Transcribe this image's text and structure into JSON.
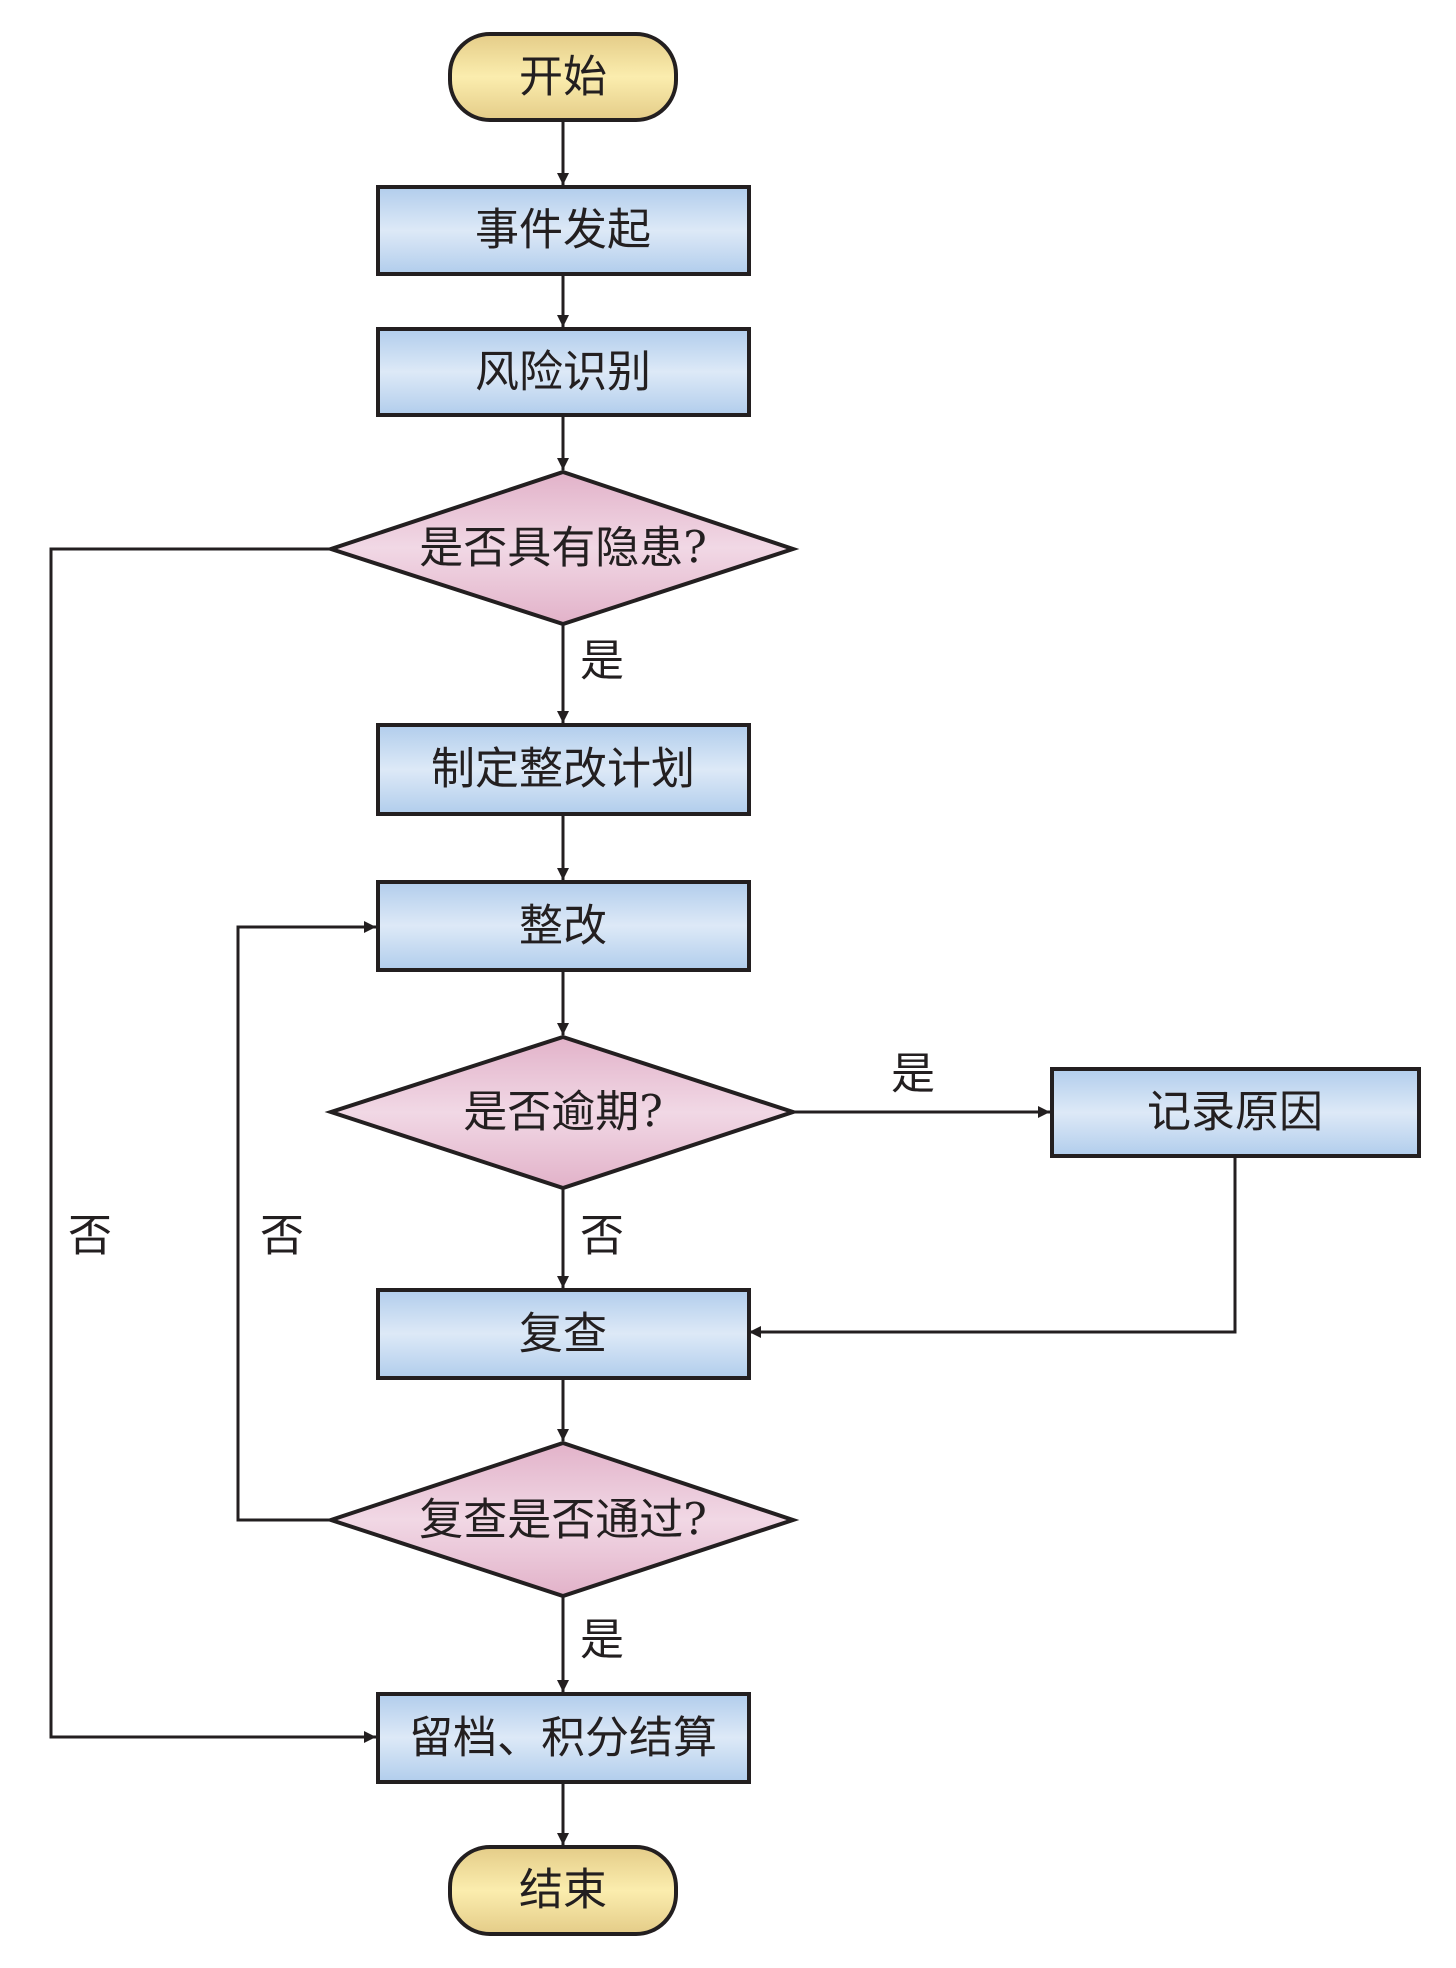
{
  "diagram": {
    "type": "flowchart",
    "colors": {
      "stroke": "#231f20",
      "terminal_edge": "#e4cc88",
      "terminal_mid": "#fbedae",
      "process_edge": "#b1cdec",
      "process_mid": "#dde9f7",
      "decision_edge": "#e2b2c9",
      "decision_mid": "#f1d8e5"
    },
    "nodes": {
      "start": {
        "shape": "terminal",
        "label": "开始"
      },
      "event_initiated": {
        "shape": "process",
        "label": "事件发起"
      },
      "risk_identification": {
        "shape": "process",
        "label": "风险识别"
      },
      "has_hazard": {
        "shape": "decision",
        "label": "是否具有隐患?"
      },
      "make_rectification_plan": {
        "shape": "process",
        "label": "制定整改计划"
      },
      "rectification": {
        "shape": "process",
        "label": "整改"
      },
      "is_overdue": {
        "shape": "decision",
        "label": "是否逾期?"
      },
      "record_reason": {
        "shape": "process",
        "label": "记录原因"
      },
      "recheck": {
        "shape": "process",
        "label": "复查"
      },
      "recheck_passed": {
        "shape": "decision",
        "label": "复查是否通过?"
      },
      "archive_and_settle_points": {
        "shape": "process",
        "label": "留档、积分结算"
      },
      "end": {
        "shape": "terminal",
        "label": "结束"
      }
    },
    "edges": [
      {
        "from": "start",
        "to": "event_initiated",
        "label": ""
      },
      {
        "from": "event_initiated",
        "to": "risk_identification",
        "label": ""
      },
      {
        "from": "risk_identification",
        "to": "has_hazard",
        "label": ""
      },
      {
        "from": "has_hazard",
        "to": "make_rectification_plan",
        "label": "是"
      },
      {
        "from": "has_hazard",
        "to": "archive_and_settle_points",
        "label": "否"
      },
      {
        "from": "make_rectification_plan",
        "to": "rectification",
        "label": ""
      },
      {
        "from": "rectification",
        "to": "is_overdue",
        "label": ""
      },
      {
        "from": "is_overdue",
        "to": "record_reason",
        "label": "是"
      },
      {
        "from": "is_overdue",
        "to": "recheck",
        "label": "否"
      },
      {
        "from": "record_reason",
        "to": "recheck",
        "label": ""
      },
      {
        "from": "recheck",
        "to": "recheck_passed",
        "label": ""
      },
      {
        "from": "recheck_passed",
        "to": "archive_and_settle_points",
        "label": "是"
      },
      {
        "from": "recheck_passed",
        "to": "rectification",
        "label": "否"
      },
      {
        "from": "archive_and_settle_points",
        "to": "end",
        "label": ""
      }
    ]
  }
}
